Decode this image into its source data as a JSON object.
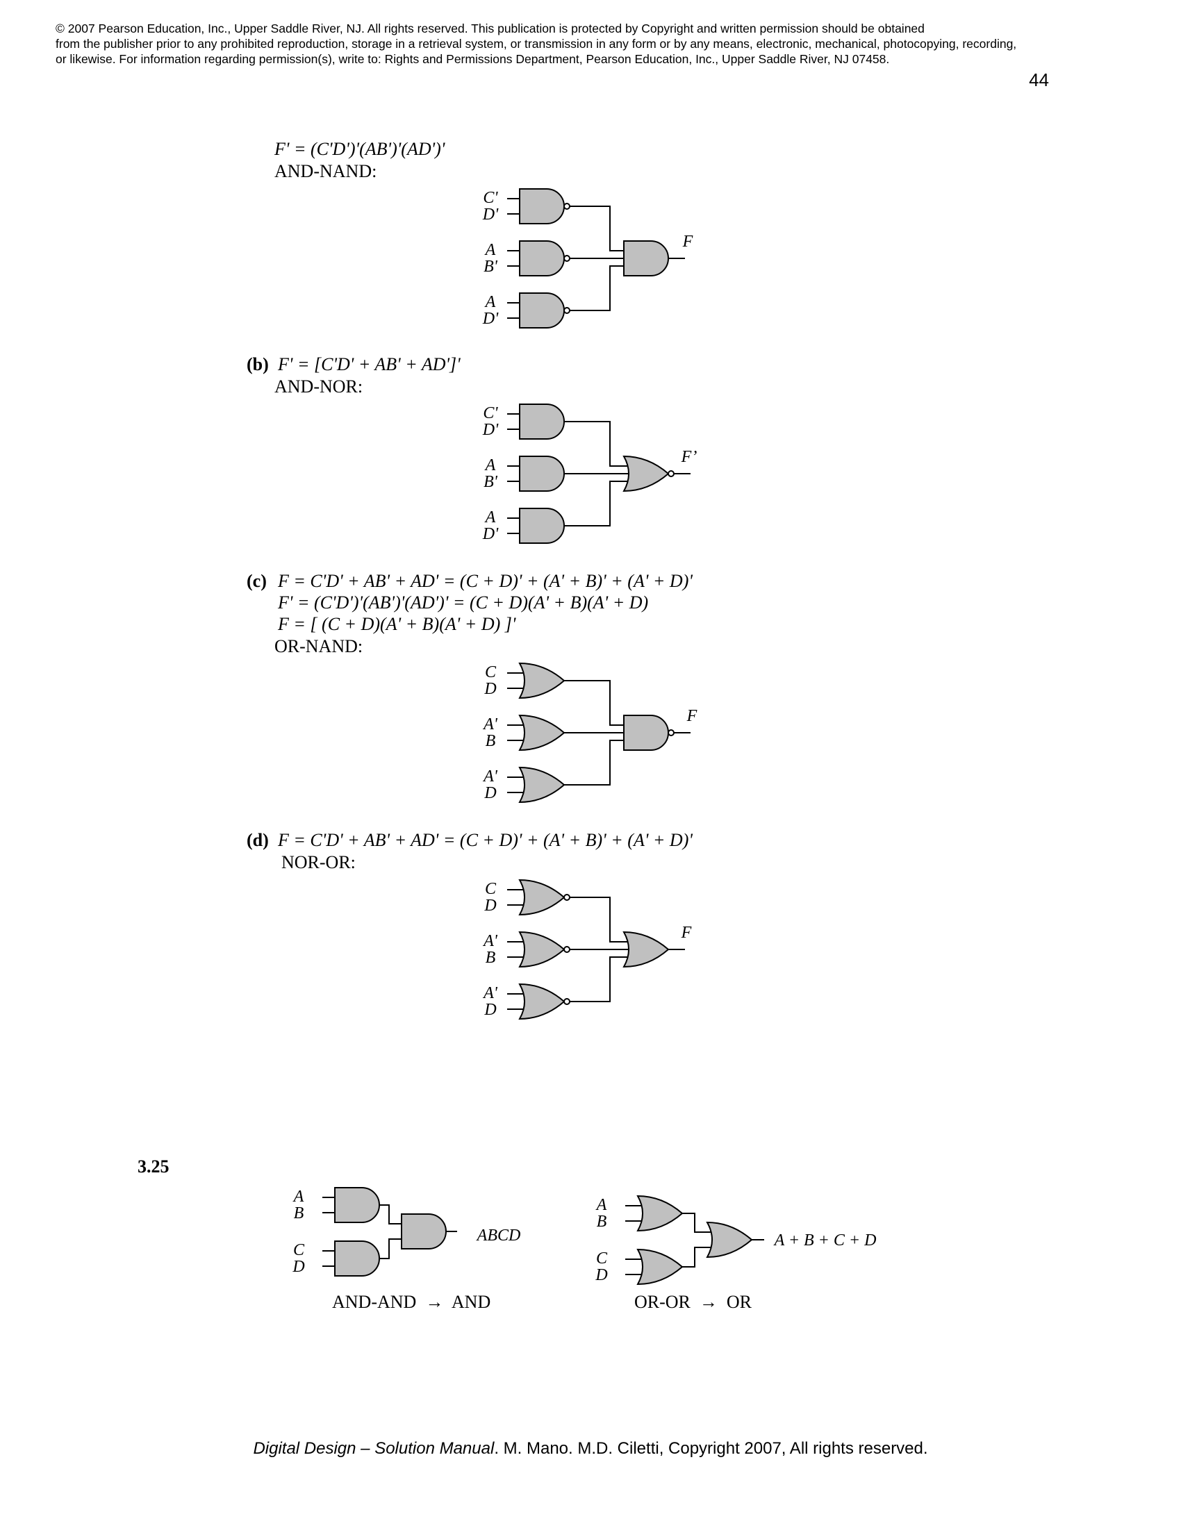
{
  "header": {
    "copyright": "© 2007 Pearson Education, Inc., Upper Saddle River, NJ.  All rights reserved. This publication is protected by Copyright and written permission should be obtained\nfrom the publisher prior to any prohibited reproduction, storage in a retrieval system,  or transmission in any form or by any means, electronic, mechanical, photocopying, recording,\nor  likewise.  For information regarding permission(s), write to:  Rights and Permissions Department, Pearson Education, Inc., Upper Saddle River, NJ 07458.",
    "page_number": "44"
  },
  "part_a": {
    "equation": "F' = (C'D')'(AB')'(AD')'",
    "form": "AND-NAND:",
    "inputs": [
      [
        "C'",
        "D'"
      ],
      [
        "A",
        "B'"
      ],
      [
        "A",
        "D'"
      ]
    ],
    "output": "F"
  },
  "part_b": {
    "marker": "(b)",
    "equation": "F' = [C'D' + AB' + AD']'",
    "form": "AND-NOR:",
    "inputs": [
      [
        "C'",
        "D'"
      ],
      [
        "A",
        "B'"
      ],
      [
        "A",
        "D'"
      ]
    ],
    "output": "F’"
  },
  "part_c": {
    "marker": "(c)",
    "equation_1": "F = C'D' + AB' + AD' = (C + D)' + (A' + B)' + (A' + D)'",
    "equation_2": "F' = (C'D')'(AB')'(AD')' = (C + D)(A' + B)(A' + D)",
    "equation_3": "F = [ (C + D)(A' + B)(A' + D) ]'",
    "form": "OR-NAND:",
    "inputs": [
      [
        "C",
        "D"
      ],
      [
        "A'",
        "B"
      ],
      [
        "A'",
        "D"
      ]
    ],
    "output": "F"
  },
  "part_d": {
    "marker": "(d)",
    "equation": "F = C'D' + AB' + AD' = (C + D)' + (A' + B)' + (A' + D)'",
    "form": "NOR-OR:",
    "inputs": [
      [
        "C",
        "D"
      ],
      [
        "A'",
        "B"
      ],
      [
        "A'",
        "D"
      ]
    ],
    "output": "F"
  },
  "problem_3_25": {
    "number": "3.25",
    "left_inputs": [
      [
        "A",
        "B"
      ],
      [
        "C",
        "D"
      ]
    ],
    "left_output": "ABCD",
    "left_caption_1": "AND-AND",
    "left_caption_2": "AND",
    "right_inputs": [
      [
        "A",
        "B"
      ],
      [
        "C",
        "D"
      ]
    ],
    "right_output": "A + B + C + D",
    "right_caption_1": "OR-OR",
    "right_caption_2": "OR",
    "arrow": "→"
  },
  "footer": {
    "book_title": "Digital Design – Solution Manual",
    "rest": ". M. Mano. M.D. Ciletti, Copyright 2007, All rights reserved."
  },
  "colors": {
    "gate_fill": "#c0c0c0",
    "ink": "#000000"
  }
}
